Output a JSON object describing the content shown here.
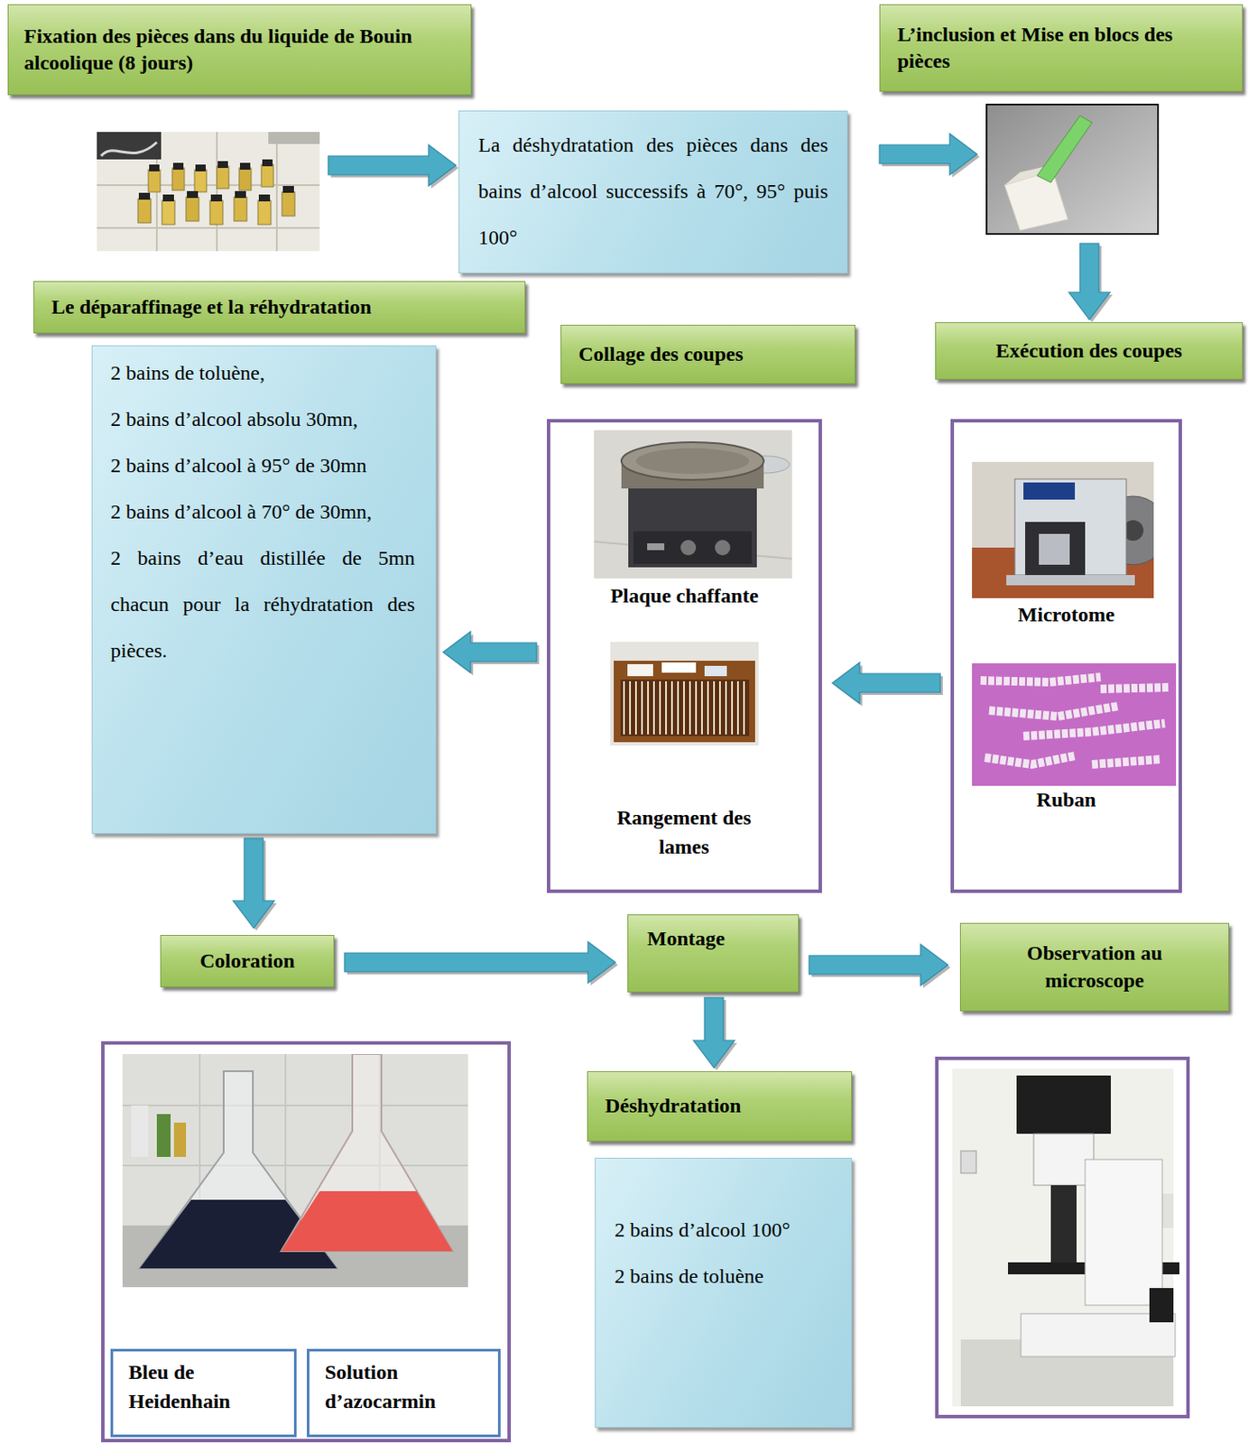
{
  "diagram": {
    "nodes": [
      {
        "text": [
          "Fixation des pièces dans du liquide de Bouin alcoolique (8 jours)"
        ]
      },
      {
        "text": [
          "La déshydratation des pièces dans des bains d’alcool successifs à 70°, 95° puis 100°"
        ]
      },
      {
        "text": [
          "L’inclusion et Mise en blocs des pièces"
        ]
      },
      {
        "text": [
          "Le déparaffinage et la réhydratation"
        ]
      },
      {
        "text": [
          "2 bains de toluène,",
          "2 bains d’alcool absolu 30mn,",
          "2 bains d’alcool à 95° de 30mn",
          "2 bains d’alcool à 70° de 30mn,",
          "2 bains d’eau distillée de 5mn chacun pour la réhydratation des pièces."
        ]
      },
      {
        "text": [
          "Collage des coupes"
        ]
      },
      {
        "text": [
          "Exécution des coupes"
        ]
      },
      {
        "text": [
          "Plaque chaffante",
          "Rangement des lames"
        ]
      },
      {
        "text": [
          "Microtome",
          "Ruban"
        ]
      },
      {
        "text": [
          "Coloration"
        ]
      },
      {
        "text": [
          "Montage"
        ]
      },
      {
        "text": [
          "Observation au microscope"
        ]
      },
      {
        "text": []
      },
      {
        "text": [
          "Bleu de Heidenhain"
        ],
        "in": 12
      },
      {
        "text": [
          "Solution d’azocarmin"
        ],
        "in": 12
      },
      {
        "text": [
          "Déshydratation"
        ]
      },
      {
        "text": [
          "2 bains d’alcool 100°",
          "2 bains de toluène"
        ]
      }
    ],
    "edges": [
      {
        "from": 0,
        "to": 1,
        "arrow": "to"
      },
      {
        "from": 1,
        "to": 2,
        "arrow": "to"
      },
      {
        "from": 2,
        "to": 6,
        "arrow": "to"
      },
      {
        "from": 8,
        "to": 7,
        "arrow": "to"
      },
      {
        "from": 7,
        "to": 4,
        "arrow": "to"
      },
      {
        "from": 4,
        "to": 9,
        "arrow": "to"
      },
      {
        "from": 9,
        "to": 10,
        "arrow": "to"
      },
      {
        "from": 10,
        "to": 11,
        "arrow": "to"
      },
      {
        "from": 10,
        "to": 15,
        "arrow": "to"
      }
    ]
  }
}
